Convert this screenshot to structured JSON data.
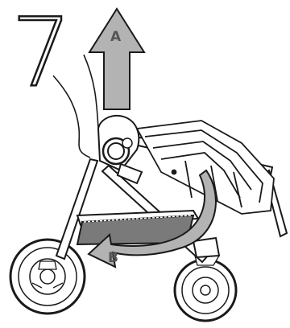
{
  "step": {
    "number": "7"
  },
  "arrows": {
    "lift": {
      "label": "A",
      "direction": "up",
      "color": "#b3b3b3"
    },
    "rotate": {
      "label": "B",
      "direction": "clockwise-down-left",
      "color": "#b3b3b3"
    }
  },
  "figure": {
    "subject": "stroller",
    "outline_color": "#1a1a1a",
    "fill_color": "#ffffff",
    "tray_color": "#7a7a7a"
  }
}
